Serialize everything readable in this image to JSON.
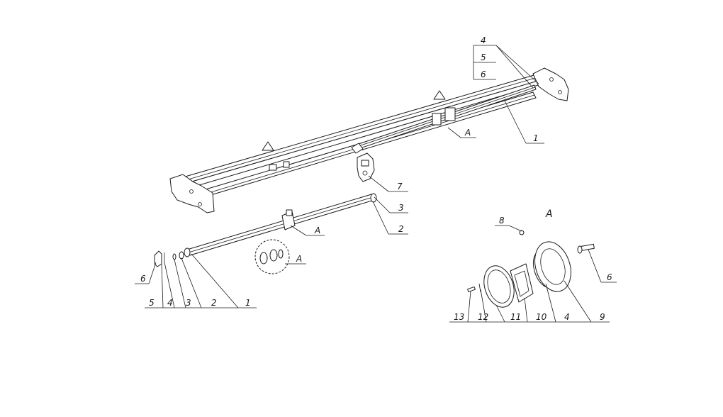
{
  "labels": {
    "frame_top_4": "4",
    "frame_top_5": "5",
    "frame_top_6": "6",
    "frame_1": "1",
    "frame_A": "A",
    "bracket_7": "7",
    "shaft_3": "3",
    "shaft_2": "2",
    "shaft_A": "A",
    "detail_A": "A",
    "left_6": "6",
    "left_5": "5",
    "left_4": "4",
    "left_3": "3",
    "left_2": "2",
    "left_1": "1",
    "view_title_A": "A",
    "view_8": "8",
    "view_6": "6",
    "view_13": "13",
    "view_12": "12",
    "view_11": "11",
    "view_10": "10",
    "view_4": "4",
    "view_9": "9"
  },
  "colors": {
    "line": "#1a1a1a",
    "background": "#ffffff"
  }
}
